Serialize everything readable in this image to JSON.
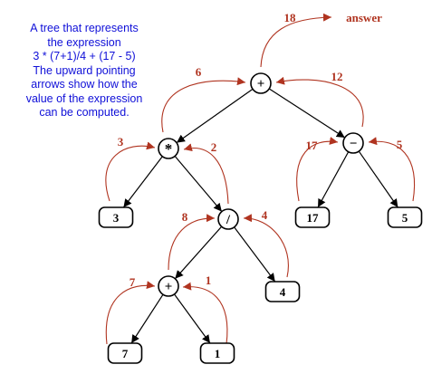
{
  "caption": {
    "lines": [
      "A tree that represents",
      "the expression",
      "3 * (7+1)/4 + (17 - 5)",
      "The upward pointing",
      "arrows show how the",
      "value of the expression",
      "can be computed."
    ]
  },
  "colors": {
    "caption_text": "#1010d8",
    "arrow": "#b03420",
    "edge": "#000000",
    "node_fill": "#ffffff"
  },
  "tree": {
    "nodes": [
      {
        "id": "plus-root",
        "kind": "operator",
        "label": "+"
      },
      {
        "id": "times",
        "kind": "operator",
        "label": "*"
      },
      {
        "id": "minus",
        "kind": "operator",
        "label": "−"
      },
      {
        "id": "divide",
        "kind": "operator",
        "label": "/"
      },
      {
        "id": "plus-inner",
        "kind": "operator",
        "label": "+"
      },
      {
        "id": "leaf-3",
        "kind": "operand",
        "label": "3"
      },
      {
        "id": "leaf-17",
        "kind": "operand",
        "label": "17"
      },
      {
        "id": "leaf-5",
        "kind": "operand",
        "label": "5"
      },
      {
        "id": "leaf-4",
        "kind": "operand",
        "label": "4"
      },
      {
        "id": "leaf-7",
        "kind": "operand",
        "label": "7"
      },
      {
        "id": "leaf-1",
        "kind": "operand",
        "label": "1"
      }
    ],
    "edges": [
      [
        "plus-root",
        "times"
      ],
      [
        "plus-root",
        "minus"
      ],
      [
        "times",
        "leaf-3"
      ],
      [
        "times",
        "divide"
      ],
      [
        "minus",
        "leaf-17"
      ],
      [
        "minus",
        "leaf-5"
      ],
      [
        "divide",
        "plus-inner"
      ],
      [
        "divide",
        "leaf-4"
      ],
      [
        "plus-inner",
        "leaf-7"
      ],
      [
        "plus-inner",
        "leaf-1"
      ]
    ],
    "value_arrows": [
      {
        "from": "leaf-3",
        "to": "times",
        "value": "3"
      },
      {
        "from": "divide",
        "to": "times",
        "value": "2"
      },
      {
        "from": "leaf-7",
        "to": "plus-inner",
        "value": "7"
      },
      {
        "from": "leaf-1",
        "to": "plus-inner",
        "value": "1"
      },
      {
        "from": "plus-inner",
        "to": "divide",
        "value": "8"
      },
      {
        "from": "leaf-4",
        "to": "divide",
        "value": "4"
      },
      {
        "from": "times",
        "to": "plus-root",
        "value": "6"
      },
      {
        "from": "minus",
        "to": "plus-root",
        "value": "12"
      },
      {
        "from": "leaf-17",
        "to": "minus",
        "value": "17"
      },
      {
        "from": "leaf-5",
        "to": "minus",
        "value": "5"
      },
      {
        "from": "plus-root",
        "to": "answer",
        "value": "18"
      }
    ],
    "answer_label": "answer"
  }
}
